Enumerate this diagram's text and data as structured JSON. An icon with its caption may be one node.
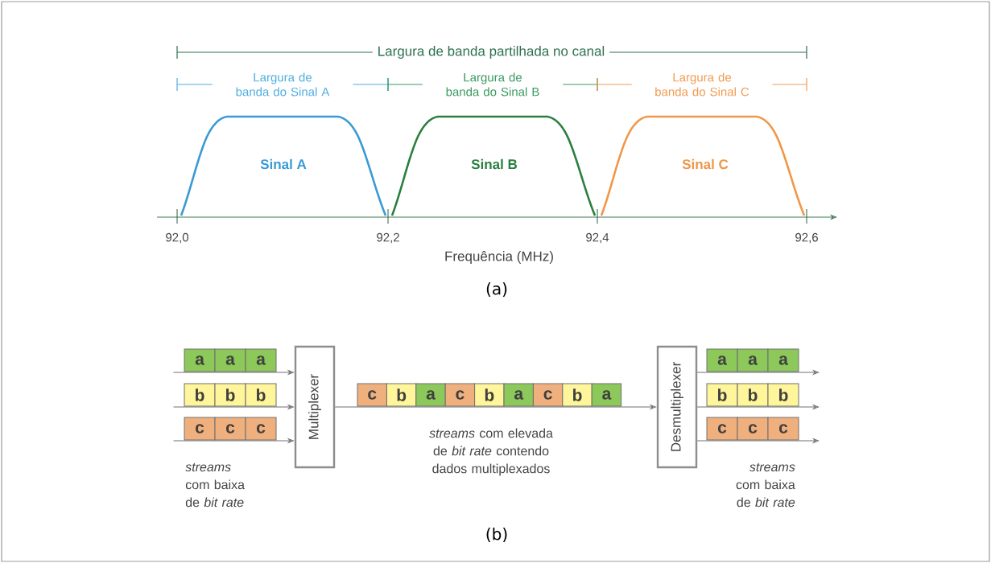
{
  "diagram": {
    "nodes": [
      {
        "text": [
          "a"
        ]
      },
      {
        "text": [
          "a"
        ]
      },
      {
        "text": [
          "a"
        ]
      },
      {
        "text": [
          "b"
        ]
      },
      {
        "text": [
          "b"
        ]
      },
      {
        "text": [
          "b"
        ]
      },
      {
        "text": [
          "c"
        ]
      },
      {
        "text": [
          "c"
        ]
      },
      {
        "text": [
          "c"
        ]
      },
      {
        "text": [
          "Multiplexer"
        ]
      },
      {
        "text": [
          "c"
        ]
      },
      {
        "text": [
          "b"
        ]
      },
      {
        "text": [
          "a"
        ]
      },
      {
        "text": [
          "c"
        ]
      },
      {
        "text": [
          "b"
        ]
      },
      {
        "text": [
          "a"
        ]
      },
      {
        "text": [
          "c"
        ]
      },
      {
        "text": [
          "b"
        ]
      },
      {
        "text": [
          "a"
        ]
      },
      {
        "text": [
          "Desmultiplexer"
        ]
      },
      {
        "text": [
          "a"
        ]
      },
      {
        "text": [
          "a"
        ]
      },
      {
        "text": [
          "a"
        ]
      },
      {
        "text": [
          "b"
        ]
      },
      {
        "text": [
          "b"
        ]
      },
      {
        "text": [
          "b"
        ]
      },
      {
        "text": [
          "c"
        ]
      },
      {
        "text": [
          "c"
        ]
      },
      {
        "text": [
          "c"
        ]
      }
    ],
    "edges": [
      {
        "from": 0,
        "to": 9,
        "arrow": "to"
      },
      {
        "from": 3,
        "to": 9,
        "arrow": "to"
      },
      {
        "from": 6,
        "to": 9,
        "arrow": "to"
      },
      {
        "from": 9,
        "to": 19,
        "arrow": "to"
      },
      {
        "from": 19,
        "to": null,
        "arrow": "to"
      },
      {
        "from": 19,
        "to": null,
        "arrow": "to"
      },
      {
        "from": 19,
        "to": null,
        "arrow": "to"
      }
    ],
    "labels": [
      "Largura de banda partilhada no canal",
      "Largura de banda do Sinal A",
      "Largura de banda do Sinal B",
      "Largura de banda do Sinal C",
      "Sinal A",
      "Sinal B",
      "Sinal C",
      "92,0",
      "92,2",
      "92,4",
      "92,6",
      "Frequência (MHz)",
      "(a)",
      "*streams* com baixa de *bit rate*",
      "*streams* com elevada de *bit rate* contendo dados multiplexados",
      "*streams* com baixa de *bit rate*",
      "(b)"
    ]
  }
}
